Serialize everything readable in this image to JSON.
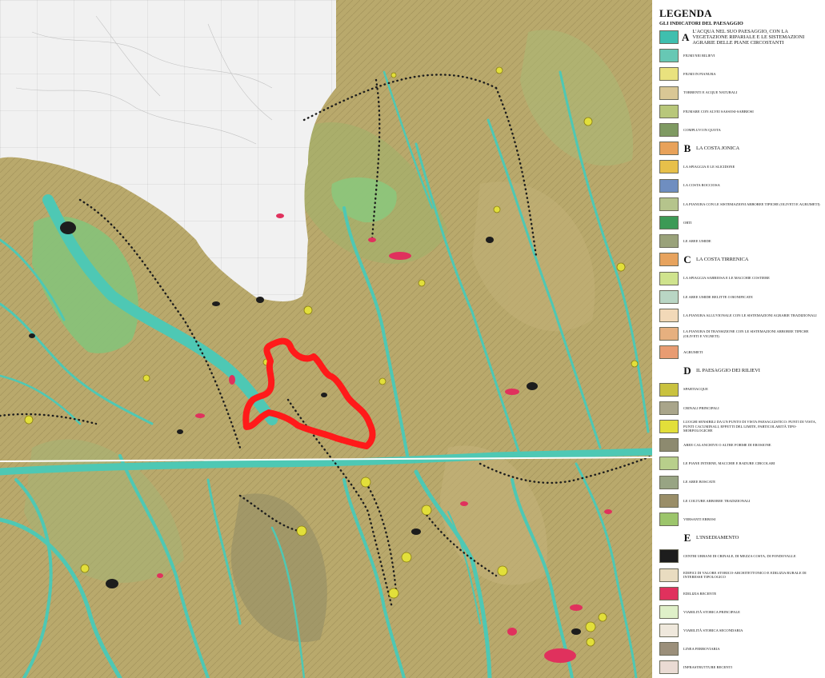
{
  "legend": {
    "title": "LEGENDA",
    "subtitle": "GLI INDICATORI DEL PAESAGGIO",
    "items": [
      {
        "kind": "section",
        "letter": "A",
        "text": "L'ACQUA NEL SUO PAESAGGIO, CON LA VEGETAZIONE RIPARIALE E LE SISTEMAZIONI AGRARIE DELLE PIANE CIRCOSTANTI",
        "color": "#3fbfae"
      },
      {
        "kind": "item",
        "text": "FIUMI NEI RILIEVI",
        "color": "#67c8b4"
      },
      {
        "kind": "item",
        "text": "FIUMI IN PIANURA",
        "color": "#e9e27e"
      },
      {
        "kind": "item",
        "text": "TORRENTI E ACQUE NATURALI",
        "color": "#d9c795"
      },
      {
        "kind": "item",
        "text": "FIUMARE CON ALVEI SASSOSI-SABBIOSI",
        "color": "#b8c77a"
      },
      {
        "kind": "item",
        "text": "COMPLUVI IN QUOTA",
        "color": "#7f9a62"
      },
      {
        "kind": "section",
        "letter": "B",
        "text": "LA COSTA JONICA",
        "color": "#e8a25a"
      },
      {
        "kind": "item",
        "text": "LA SPIAGGIA E LE SLICIDONE",
        "color": "#e7c04a"
      },
      {
        "kind": "item",
        "text": "LA COSTA ROCCIOSA",
        "color": "#6f8ec0"
      },
      {
        "kind": "item",
        "text": "LA PIANURA CON LE SISTEMAZIONI ARBOREE TIPICHE (OLIVETI E AGRUMETI)",
        "color": "#b5c48c"
      },
      {
        "kind": "item",
        "text": "ORTI",
        "color": "#3c9a55"
      },
      {
        "kind": "item",
        "text": "LE AREE UMIDE",
        "color": "#9aa27a"
      },
      {
        "kind": "section",
        "letter": "C",
        "text": "LA COSTA TIRRENICA",
        "color": "#e7a35e"
      },
      {
        "kind": "item",
        "text": "LA SPIAGGIA SABBIOSA E LE MACCHIE COSTIERE",
        "color": "#cfe38d"
      },
      {
        "kind": "item",
        "text": "LE AREE UMIDE RELITTE O BONIFICATE",
        "color": "#b9d6c4"
      },
      {
        "kind": "item",
        "text": "LA PIANURA ALLUVIONALE CON LE SISTEMAZIONI AGRARIE TRADIZIONALI",
        "color": "#f2d9b8"
      },
      {
        "kind": "item",
        "text": "LA PIANURA DI TRANSIZIONE CON LE SISTEMAZIONI ARBOREE TIPICHE (OLIVETI E VIGNETI)",
        "color": "#e6b07f"
      },
      {
        "kind": "item",
        "text": "AGRUMETI",
        "color": "#e89c72"
      },
      {
        "kind": "section",
        "letter": "D",
        "text": "IL PAESAGGIO DEI RILIEVI",
        "color": "#ffffff"
      },
      {
        "kind": "item",
        "text": "SPARTIACQUE",
        "color": "#c9c23f"
      },
      {
        "kind": "item",
        "text": "CRINALI PRINCIPALI",
        "color": "#a9a58a"
      },
      {
        "kind": "item",
        "text": "LUOGHI SENSIBILI DA UN PUNTO DI VISTA PAESAGGISTICO: PUNTI DI VISTA, PUNTI CACUMINALI, EFFETTI DEL LIMITE, PARTICOLARITÀ TIPO-MORFOLOGICHE",
        "color": "#e2df3a"
      },
      {
        "kind": "item",
        "text": "AREE CALANCHIVE O ALTRE FORME DI EROSIONE",
        "color": "#8d8a6f"
      },
      {
        "kind": "item",
        "text": "LE PIANE INTERNE, MACCHIE E RADURE CIRCOLARI",
        "color": "#b8cf8b"
      },
      {
        "kind": "item",
        "text": "LE AREE BOSCATE",
        "color": "#98a483"
      },
      {
        "kind": "item",
        "text": "LE COLTURE ARBOREE TRADIZIONALI",
        "color": "#9a8e68"
      },
      {
        "kind": "item",
        "text": "VERSANTI ERBOSI",
        "color": "#9cc56b"
      },
      {
        "kind": "section",
        "letter": "E",
        "text": "L'INSEDIAMENTO",
        "color": "#ffffff"
      },
      {
        "kind": "item",
        "text": "CENTRI URBANI DI CRINALE, DI MEZZA COSTA, DI FONDOVALLE",
        "color": "#1d1d1d"
      },
      {
        "kind": "item",
        "text": "EDIFICI DI VALORE STORICO-ARCHITETTONICO E EDILIZIA RURALE DI INTERESSE TIPOLOGICO",
        "color": "#e9dcc0"
      },
      {
        "kind": "item",
        "text": "EDILIZIA RECENTE",
        "color": "#e0315d"
      },
      {
        "kind": "item",
        "text": "VIABILITÀ STORICA PRINCIPALE",
        "color": "#dff0c8"
      },
      {
        "kind": "item",
        "text": "VIABILITÀ STORICA SECONDARIA",
        "color": "#efe8dc"
      },
      {
        "kind": "item",
        "text": "LINEA FERROVIARIA",
        "color": "#9b8f7a"
      },
      {
        "kind": "item",
        "text": "INFRASTRUTTURE RECENTI",
        "color": "#eadbd3"
      }
    ]
  },
  "map": {
    "land_color": "#b9a96c",
    "water_color": "#4ec8b4",
    "highlight_color": "#ff1a1a",
    "unmapped_color": "#f1f1f1",
    "urban_color": "#e0315d",
    "settlement_color": "#1d1d1d",
    "viewpoint_color": "#e2df3a"
  }
}
